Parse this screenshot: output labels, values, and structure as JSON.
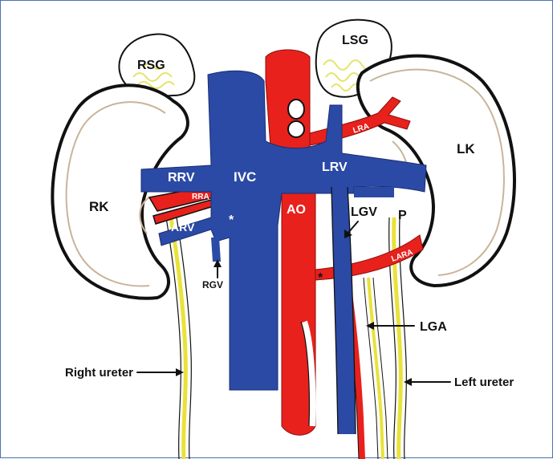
{
  "colors": {
    "vein": "#2b4aa6",
    "artery": "#e8211c",
    "ureter": "#e9e23a",
    "gland": "#e6e46a",
    "kidney_fill": "#ffffff",
    "kidney_inner": "#c9b49a",
    "ink": "#111111"
  },
  "labels": {
    "rsg": "RSG",
    "lsg": "LSG",
    "rk": "RK",
    "lk": "LK",
    "rrv": "RRV",
    "ivc": "IVC",
    "lrv": "LRV",
    "lra": "LRA",
    "rra": "RRA",
    "arv": "ARV",
    "ao": "AO",
    "lgv": "LGV",
    "p": "P",
    "lara": "LARA",
    "rgv": "RGV",
    "lga": "LGA",
    "right_ureter": "Right ureter",
    "left_ureter": "Left ureter",
    "asterisk_1": "*",
    "asterisk_2": "*"
  }
}
